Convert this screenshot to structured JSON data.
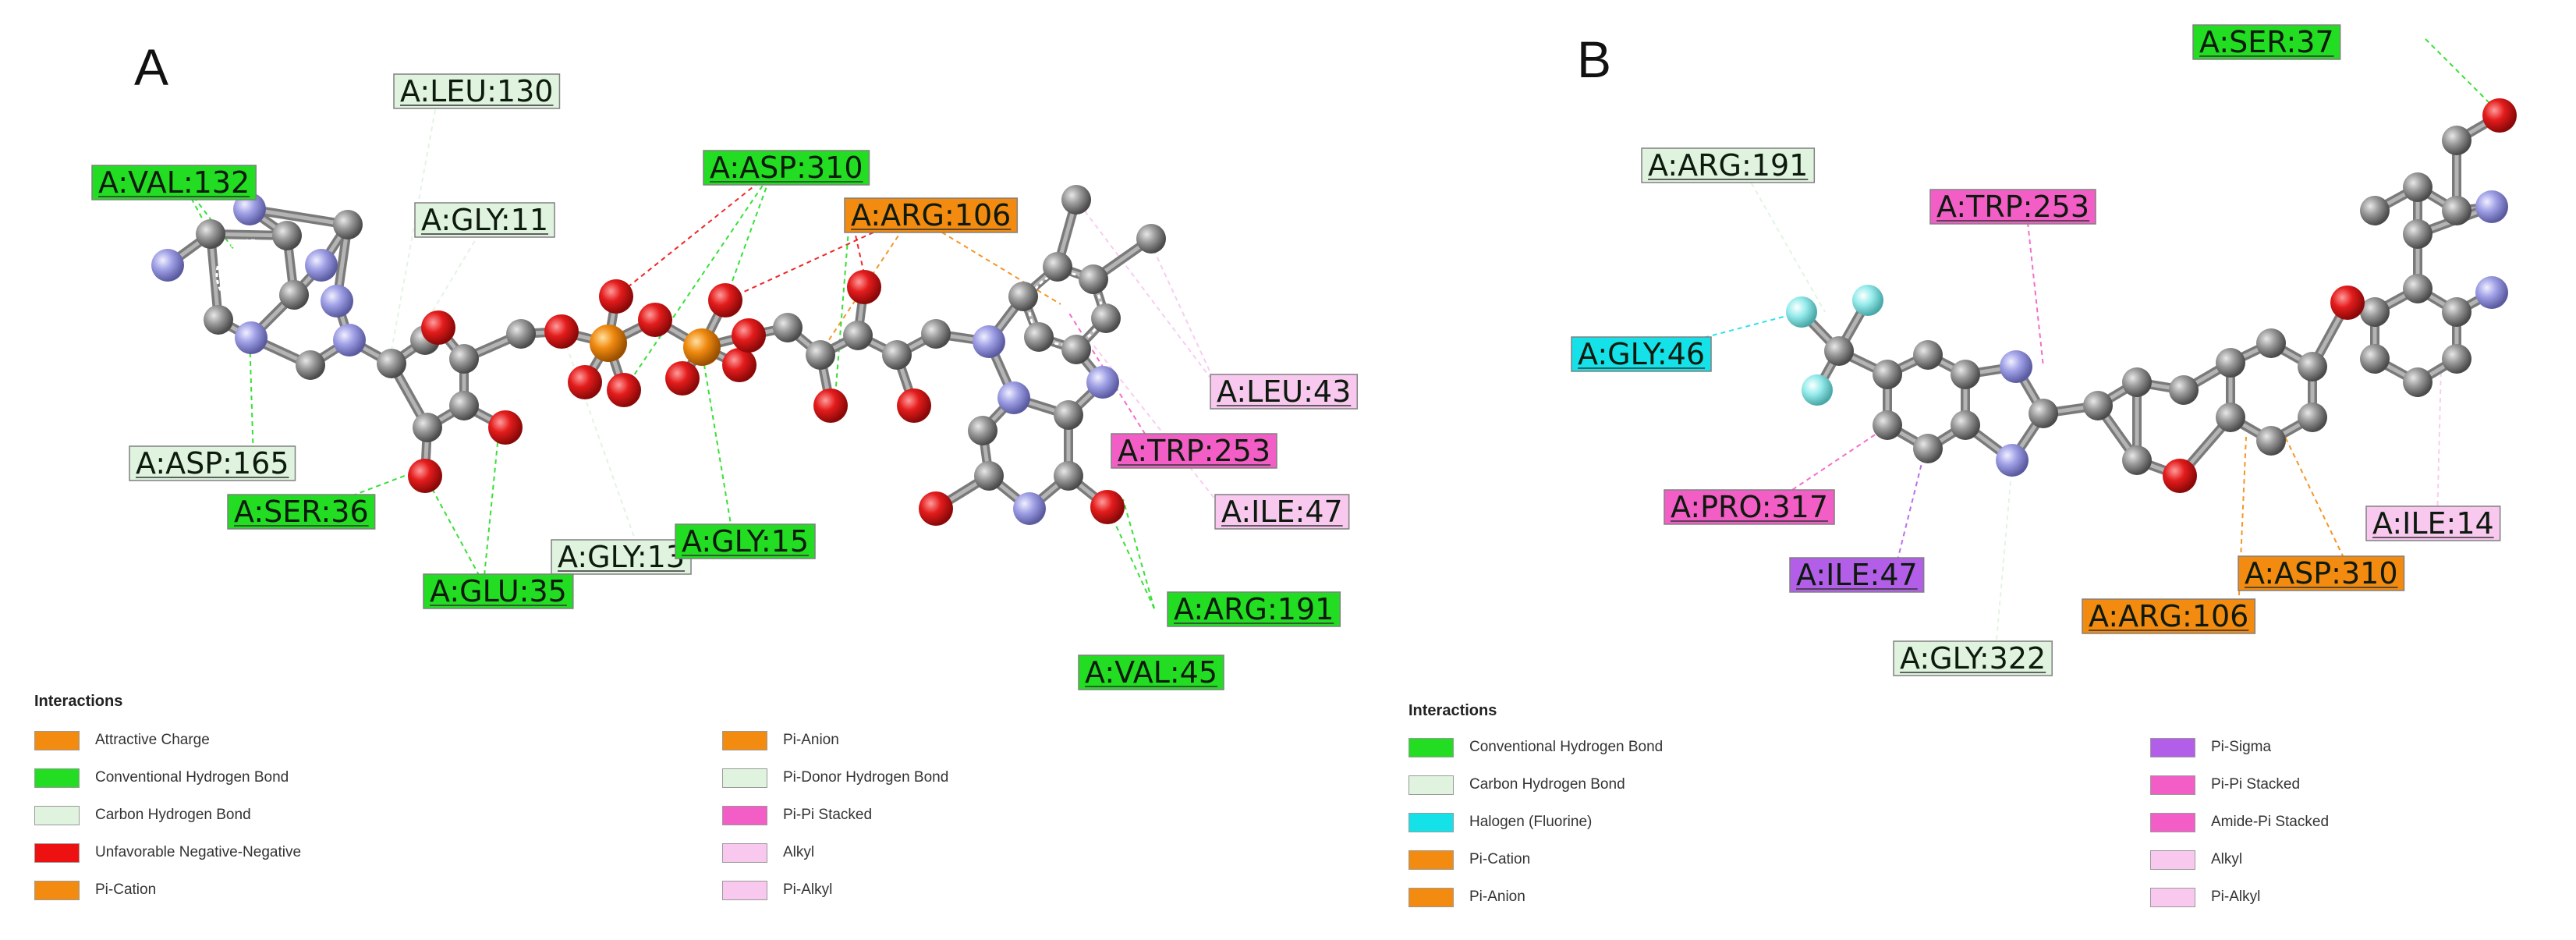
{
  "colors": {
    "conventional_hbond": "#22dd22",
    "carbon_hbond": "#dff3df",
    "halogen": "#15e1e8",
    "attractive_charge": "#f28b0f",
    "pi_cation": "#f28b0f",
    "pi_anion": "#f28b0f",
    "unfavorable": "#ee1111",
    "pi_donor": "#dff3df",
    "pi_pi_stacked": "#f25ec6",
    "amide_pi": "#f25ec6",
    "alkyl": "#f8c8ef",
    "pi_alkyl": "#f8c8ef",
    "pi_sigma": "#b35ee8",
    "carbon_atom": "#8c8c8c",
    "nitrogen_atom": "#9a9ae0",
    "oxygen_atom": "#e02020",
    "phosphorus_atom": "#f08a10",
    "fluorine_atom": "#90e8e8"
  },
  "panels": [
    {
      "letter": "A",
      "residues": [
        {
          "label": "A:LEU:130",
          "type": "carbon_hbond"
        },
        {
          "label": "A:VAL:132",
          "type": "conventional_hbond"
        },
        {
          "label": "A:GLY:11",
          "type": "carbon_hbond"
        },
        {
          "label": "A:ASP:310",
          "type": "conventional_hbond"
        },
        {
          "label": "A:ARG:106",
          "type": "attractive_charge"
        },
        {
          "label": "A:LEU:43",
          "type": "alkyl"
        },
        {
          "label": "A:TRP:253",
          "type": "pi_pi_stacked"
        },
        {
          "label": "A:ASP:165",
          "type": "carbon_hbond"
        },
        {
          "label": "A:SER:36",
          "type": "conventional_hbond"
        },
        {
          "label": "A:ILE:47",
          "type": "alkyl"
        },
        {
          "label": "A:GLY:13",
          "type": "carbon_hbond"
        },
        {
          "label": "A:GLY:15",
          "type": "conventional_hbond"
        },
        {
          "label": "A:GLU:35",
          "type": "conventional_hbond"
        },
        {
          "label": "A:ARG:191",
          "type": "conventional_hbond"
        },
        {
          "label": "A:VAL:45",
          "type": "conventional_hbond"
        }
      ],
      "legend": {
        "title": "Interactions",
        "items": [
          {
            "label": "Attractive Charge",
            "type": "attractive_charge"
          },
          {
            "label": "Conventional Hydrogen Bond",
            "type": "conventional_hbond"
          },
          {
            "label": "Carbon Hydrogen Bond",
            "type": "carbon_hbond"
          },
          {
            "label": "Unfavorable Negative-Negative",
            "type": "unfavorable"
          },
          {
            "label": "Pi-Cation",
            "type": "pi_cation"
          },
          {
            "label": "Pi-Anion",
            "type": "pi_anion"
          },
          {
            "label": "Pi-Donor Hydrogen Bond",
            "type": "pi_donor"
          },
          {
            "label": "Pi-Pi Stacked",
            "type": "pi_pi_stacked"
          },
          {
            "label": "Alkyl",
            "type": "alkyl"
          },
          {
            "label": "Pi-Alkyl",
            "type": "pi_alkyl"
          }
        ]
      }
    },
    {
      "letter": "B",
      "residues": [
        {
          "label": "A:SER:37",
          "type": "conventional_hbond"
        },
        {
          "label": "A:ARG:191",
          "type": "carbon_hbond"
        },
        {
          "label": "A:TRP:253",
          "type": "pi_pi_stacked"
        },
        {
          "label": "A:GLY:46",
          "type": "halogen"
        },
        {
          "label": "A:PRO:317",
          "type": "pi_pi_stacked"
        },
        {
          "label": "A:ILE:47",
          "type": "pi_sigma"
        },
        {
          "label": "A:ILE:14",
          "type": "alkyl"
        },
        {
          "label": "A:ASP:310",
          "type": "pi_anion"
        },
        {
          "label": "A:ARG:106",
          "type": "pi_cation"
        },
        {
          "label": "A:GLY:322",
          "type": "carbon_hbond"
        }
      ],
      "legend": {
        "title": "Interactions",
        "items": [
          {
            "label": "Conventional Hydrogen Bond",
            "type": "conventional_hbond"
          },
          {
            "label": "Carbon Hydrogen Bond",
            "type": "carbon_hbond"
          },
          {
            "label": "Halogen (Fluorine)",
            "type": "halogen"
          },
          {
            "label": "Pi-Cation",
            "type": "pi_cation"
          },
          {
            "label": "Pi-Anion",
            "type": "pi_anion"
          },
          {
            "label": "Pi-Sigma",
            "type": "pi_sigma"
          },
          {
            "label": "Pi-Pi Stacked",
            "type": "pi_pi_stacked"
          },
          {
            "label": "Amide-Pi Stacked",
            "type": "amide_pi"
          },
          {
            "label": "Alkyl",
            "type": "alkyl"
          },
          {
            "label": "Pi-Alkyl",
            "type": "pi_alkyl"
          }
        ]
      }
    }
  ]
}
